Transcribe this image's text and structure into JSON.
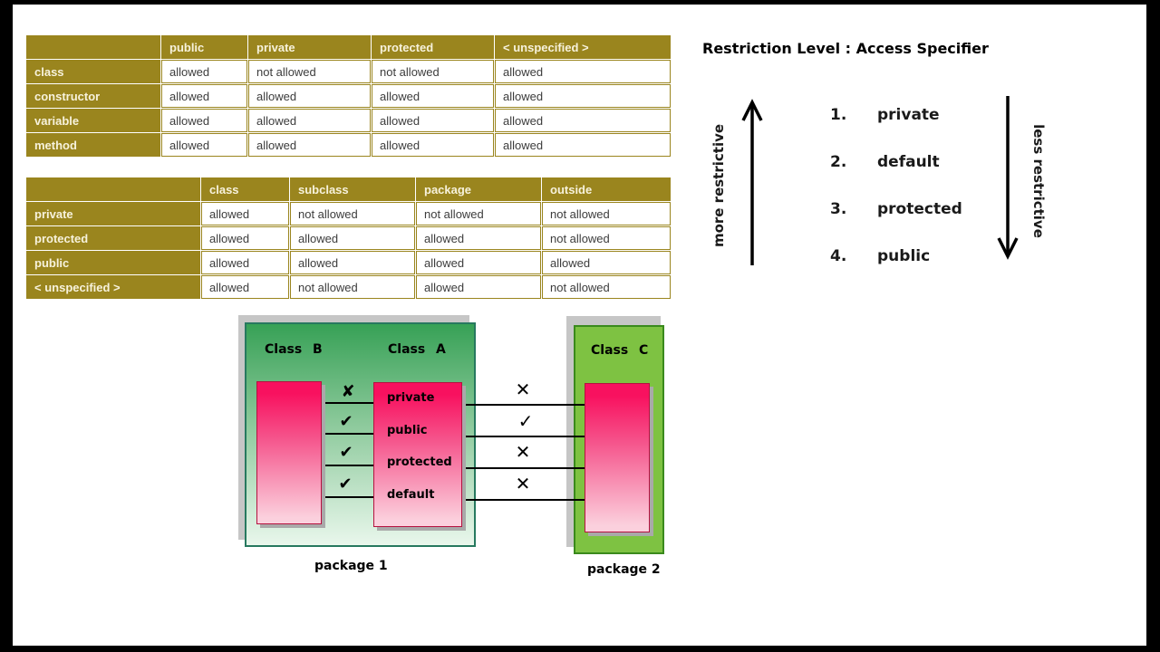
{
  "table1": {
    "headers": [
      "",
      "public",
      "private",
      "protected",
      "< unspecified >"
    ],
    "rows": [
      {
        "label": "class",
        "cells": [
          "allowed",
          "not allowed",
          "not allowed",
          "allowed"
        ]
      },
      {
        "label": "constructor",
        "cells": [
          "allowed",
          "allowed",
          "allowed",
          "allowed"
        ]
      },
      {
        "label": "variable",
        "cells": [
          "allowed",
          "allowed",
          "allowed",
          "allowed"
        ]
      },
      {
        "label": "method",
        "cells": [
          "allowed",
          "allowed",
          "allowed",
          "allowed"
        ]
      }
    ]
  },
  "table2": {
    "headers": [
      "",
      "class",
      "subclass",
      "package",
      "outside"
    ],
    "rows": [
      {
        "label": "private",
        "cells": [
          "allowed",
          "not allowed",
          "not allowed",
          "not allowed"
        ]
      },
      {
        "label": "protected",
        "cells": [
          "allowed",
          "allowed",
          "allowed",
          "not allowed"
        ]
      },
      {
        "label": "public",
        "cells": [
          "allowed",
          "allowed",
          "allowed",
          "allowed"
        ]
      },
      {
        "label": "< unspecified >",
        "cells": [
          "allowed",
          "not allowed",
          "allowed",
          "not allowed"
        ]
      }
    ]
  },
  "diagram": {
    "class_b": "Class B",
    "class_a": "Class A",
    "class_c": "Class C",
    "package1_label": "package 1",
    "package2_label": "package 2",
    "members": [
      "private",
      "public",
      "protected",
      "default"
    ],
    "left_marks": [
      "✘",
      "✔",
      "✔",
      "✔"
    ],
    "right_marks": [
      "✕",
      "✓",
      "✕",
      "✕"
    ]
  },
  "panel": {
    "title": "Restriction Level : Access Specifier",
    "more_label": "more restrictive",
    "less_label": "less restrictive",
    "items": [
      {
        "num": "1.",
        "label": "private"
      },
      {
        "num": "2.",
        "label": "default"
      },
      {
        "num": "3.",
        "label": "protected"
      },
      {
        "num": "4.",
        "label": "public"
      }
    ]
  },
  "colors": {
    "table_header_bg": "#9A851E",
    "table_header_text": "#F7F2DC",
    "cell_text": "#3C3C3C",
    "pkg1_gradient_top": "#37A156",
    "pkg1_gradient_bottom": "#E9F7EC",
    "pkg1_border": "#27795F",
    "pkg2_fill": "#7EC242",
    "pkg2_border": "#3A8A1C",
    "class_pink_top": "#F8115F",
    "class_pink_bottom": "#FBD0DD",
    "class_border": "#B5123F",
    "shadow_gray": "#C6C6C6"
  }
}
